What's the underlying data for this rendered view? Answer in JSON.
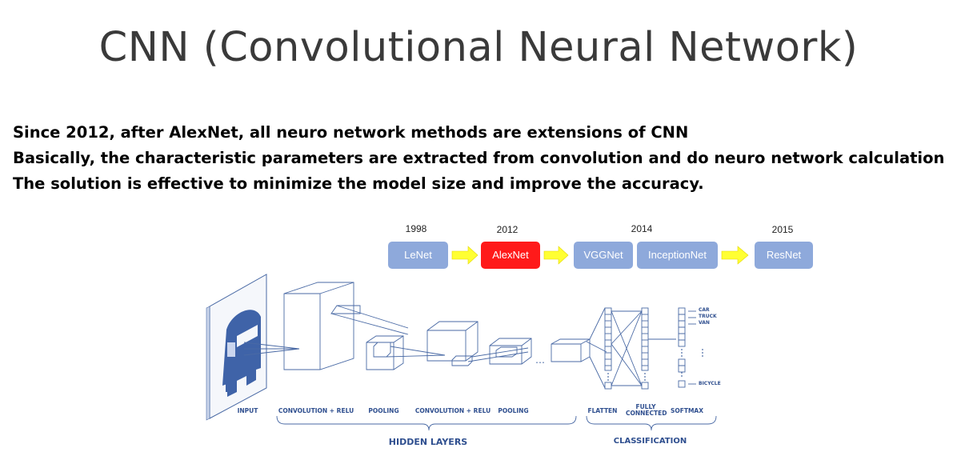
{
  "title": "CNN (Convolutional Neural Network)",
  "bullets": [
    "Since 2012, after AlexNet, all neuro network methods are extensions of CNN",
    "Basically, the characteristic parameters are extracted from convolution and do neuro network calculation",
    "The solution is effective to minimize the model size and  improve the accuracy."
  ],
  "timeline": {
    "years": [
      "1998",
      "2012",
      "2014",
      "2015"
    ],
    "networks": [
      "LeNet",
      "AlexNet",
      "VGGNet",
      "InceptionNet",
      "ResNet"
    ],
    "colors": {
      "normal": "#8ea9db",
      "highlight": "#ff1a1a",
      "arrow": "#ffff33"
    }
  },
  "diagram": {
    "stage_labels": [
      "INPUT",
      "CONVOLUTION + RELU",
      "POOLING",
      "CONVOLUTION + RELU",
      "POOLING",
      "FLATTEN",
      "FULLY CONNECTED",
      "SOFTMAX"
    ],
    "group_labels": [
      "HIDDEN LAYERS",
      "CLASSIFICATION"
    ],
    "classes": [
      "CAR",
      "TRUCK",
      "VAN",
      "BICYCLE"
    ],
    "colors": {
      "line": "#4a6aa5",
      "input": "#3f63a8"
    }
  }
}
